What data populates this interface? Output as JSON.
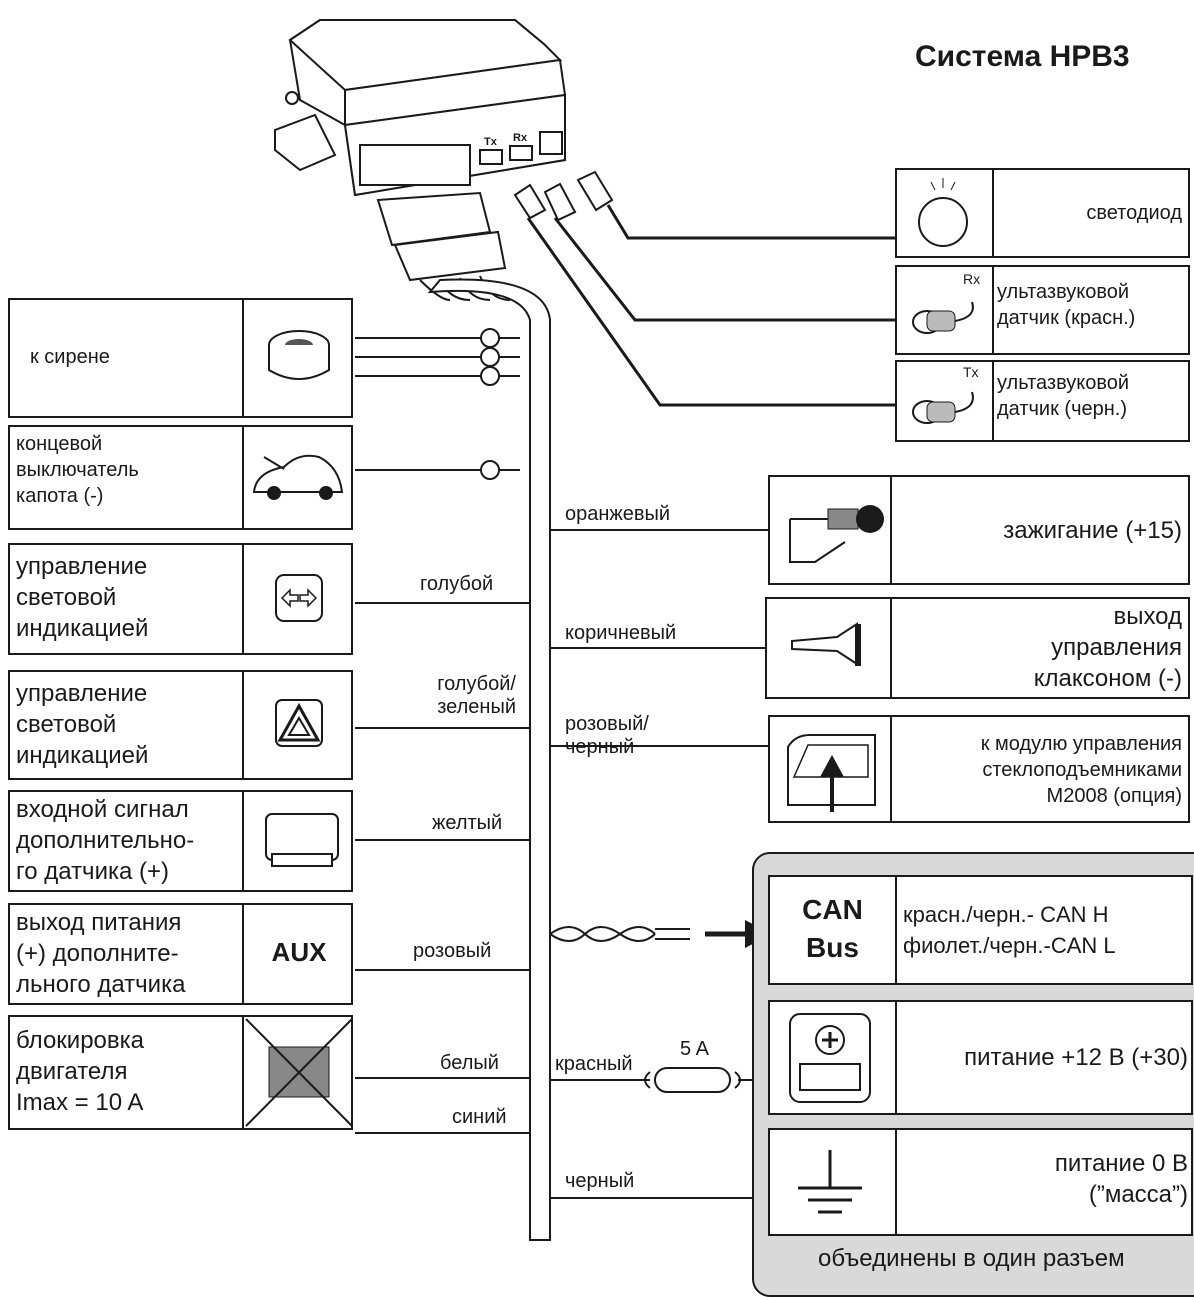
{
  "title": "Система HPB3",
  "module": {
    "tx": "Tx",
    "rx": "Rx"
  },
  "left_boxes": [
    {
      "label": "к сирене",
      "icon": "siren-icon"
    },
    {
      "label": "концевой выключатель капота (-)",
      "lines": [
        "концевой",
        "выключатель",
        "капота (-)"
      ],
      "icon": "car-hood-icon"
    },
    {
      "lines": [
        "управление",
        "световой",
        "индикацией"
      ],
      "icon": "turn-signal-icon",
      "wire": "голубой"
    },
    {
      "lines": [
        "управление",
        "световой",
        "индикацией"
      ],
      "icon": "hazard-triangle-icon",
      "wire_lines": [
        "голубой/",
        "зеленый"
      ]
    },
    {
      "lines": [
        "входной сигнал",
        "дополнительно-",
        "го датчика (+)"
      ],
      "icon": "sensor-module-icon",
      "wire": "желтый"
    },
    {
      "lines": [
        "выход питания",
        "(+) дополните-",
        "льного датчика"
      ],
      "icon_text": "AUX",
      "wire": "розовый"
    },
    {
      "lines": [
        "блокировка",
        "двигателя",
        "Imax = 10 A"
      ],
      "icon": "engine-crossed-icon",
      "wires": [
        "белый",
        "синий"
      ]
    }
  ],
  "right_top": [
    {
      "lines": [
        "светодиод"
      ],
      "icon": "led-icon"
    },
    {
      "lines": [
        "ультазвуковой",
        "датчик (красн.)"
      ],
      "icon": "ultrasonic-sensor-icon",
      "tag": "Rx"
    },
    {
      "lines": [
        "ультазвуковой",
        "датчик (черн.)"
      ],
      "icon": "ultrasonic-sensor-icon",
      "tag": "Tx"
    }
  ],
  "right_mid": [
    {
      "wire": "оранжевый",
      "lines": [
        "зажигание (+15)"
      ],
      "icon": "ignition-key-icon"
    },
    {
      "wire": "коричневый",
      "lines": [
        "выход",
        "управления",
        "клаксоном (-)"
      ],
      "icon": "horn-icon"
    },
    {
      "wire_lines": [
        "розовый/",
        "черный"
      ],
      "lines": [
        "к модулю управления",
        "стеклоподъемниками",
        "M2008 (опция)"
      ],
      "icon": "window-lift-icon"
    }
  ],
  "can": {
    "icon_lines": [
      "CAN",
      "Bus"
    ],
    "lines": [
      "красн./черн.- CAN H",
      "фиолет./черн.-CAN L"
    ]
  },
  "power": {
    "wire": "красный",
    "fuse": "5 A",
    "label": "питание +12 B (+30)",
    "icon": "battery-icon"
  },
  "ground": {
    "wire": "черный",
    "lines": [
      "питание 0 B",
      "(”масса”)"
    ],
    "icon": "ground-icon"
  },
  "panel_caption": "объединены в один разъем"
}
